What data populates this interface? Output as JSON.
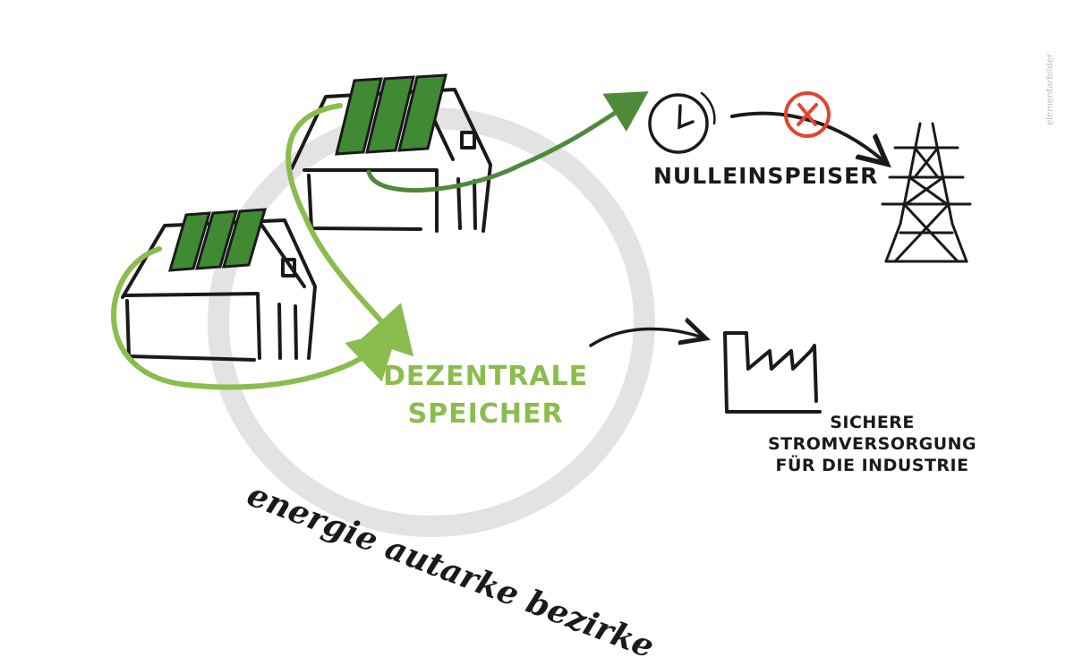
{
  "labels": {
    "nulleinspeiser": "NULLEINSPEISER",
    "dezentrale_speicher": [
      "DEZENTRALE",
      "SPEICHER"
    ],
    "sichere_stromversorgung": [
      "SICHERE",
      "STROMVERSORGUNG",
      "FÜR DIE INDUSTRIE"
    ],
    "energie_autarke_bezirke": "energie autarke bezirke"
  },
  "signature": "elementarbilder",
  "icons": {
    "house_back": "house-with-solar-panels-icon",
    "house_front": "house-with-solar-panels-icon",
    "clock": "clock-icon",
    "blocked": "x-circle-icon",
    "pylon": "power-pylon-icon",
    "factory": "factory-icon",
    "cycle": "ring-icon"
  },
  "colors": {
    "ink": "#1a1a1a",
    "green_light": "#8bbd4e",
    "green_dark": "#4e8a3a",
    "panel": "#3f8a32",
    "ring": "#e3e3e3",
    "red": "#e2452f"
  }
}
